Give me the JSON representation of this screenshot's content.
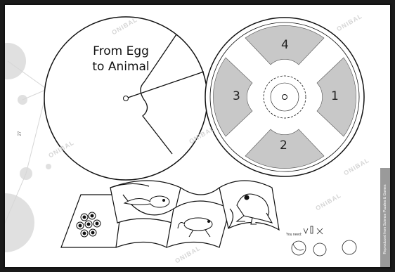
{
  "left_wheel": {
    "title": "From Egg\nto Animal"
  },
  "right_wheel": {
    "sections": [
      "4",
      "1",
      "2",
      "3"
    ]
  },
  "strip": {
    "panels": [
      "frogspawn-icon",
      "tadpole-icon",
      "froglet-icon",
      "frog-icon"
    ]
  },
  "materials": {
    "label": "You need:",
    "icons": [
      "pencil-icon",
      "scissors-icon",
      "split-pin-icon"
    ]
  },
  "side_tab": {
    "text": "Reproduced from Science Puzzles & Games"
  },
  "page_number": "27",
  "watermark": "ONIBAL",
  "colors": {
    "section_fill": "#c8c8c8",
    "outline": "#111111",
    "decor": "#e2e2e2"
  }
}
